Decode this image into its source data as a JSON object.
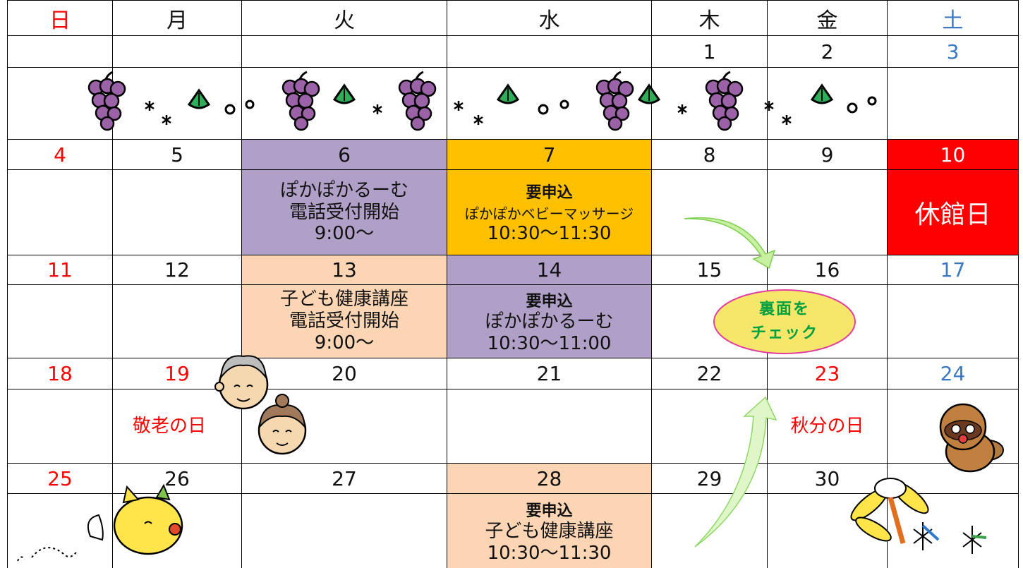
{
  "colors": {
    "sunday": "#ff0000",
    "saturday": "#3b78c4",
    "text": "#111111",
    "purple": "#b0a0c8",
    "orange": "#ffc000",
    "peach": "#fcd5b4",
    "closed": "#ff0000"
  },
  "weekdays": [
    "日",
    "月",
    "火",
    "水",
    "木",
    "金",
    "土"
  ],
  "weeks": [
    {
      "dates": [
        "",
        "",
        "",
        "",
        "1",
        "2",
        "3"
      ]
    },
    {
      "dates": [
        "4",
        "5",
        "6",
        "7",
        "8",
        "9",
        "10"
      ]
    },
    {
      "dates": [
        "11",
        "12",
        "13",
        "14",
        "15",
        "16",
        "17"
      ]
    },
    {
      "dates": [
        "18",
        "19",
        "20",
        "21",
        "22",
        "23",
        "24"
      ]
    },
    {
      "dates": [
        "25",
        "26",
        "27",
        "28",
        "29",
        "30",
        ""
      ]
    }
  ],
  "events": {
    "w1": {
      "tue": {
        "line1": "ぽかぽかるーむ",
        "line2": "電話受付開始",
        "line3": "9:00～"
      },
      "wed": {
        "tag": "要申込",
        "line1": "ぽかぽかベビーマッサージ",
        "line2": "10:30～11:30"
      },
      "sat": {
        "label": "休館日"
      }
    },
    "w2": {
      "tue": {
        "line1": "子ども健康講座",
        "line2": "電話受付開始",
        "line3": "9:00～"
      },
      "wed": {
        "tag": "要申込",
        "line1": "ぽかぽかるーむ",
        "line2": "10:30～11:00"
      }
    },
    "w3": {
      "mon": {
        "label": "敬老の日"
      },
      "fri": {
        "label": "秋分の日"
      }
    },
    "w4": {
      "wed": {
        "tag": "要申込",
        "line1": "子ども健康講座",
        "line2": "10:30～11:30"
      }
    }
  },
  "badge": {
    "line1": "裏面を",
    "line2": "チェック"
  },
  "decor_icons": [
    "grapes-icon",
    "leaf-icon",
    "sparkle-icon",
    "circle-icon",
    "arrow-icon",
    "elderly-man-icon",
    "elderly-woman-icon",
    "fox-icon",
    "tanuki-icon",
    "dragonfly-icon"
  ]
}
